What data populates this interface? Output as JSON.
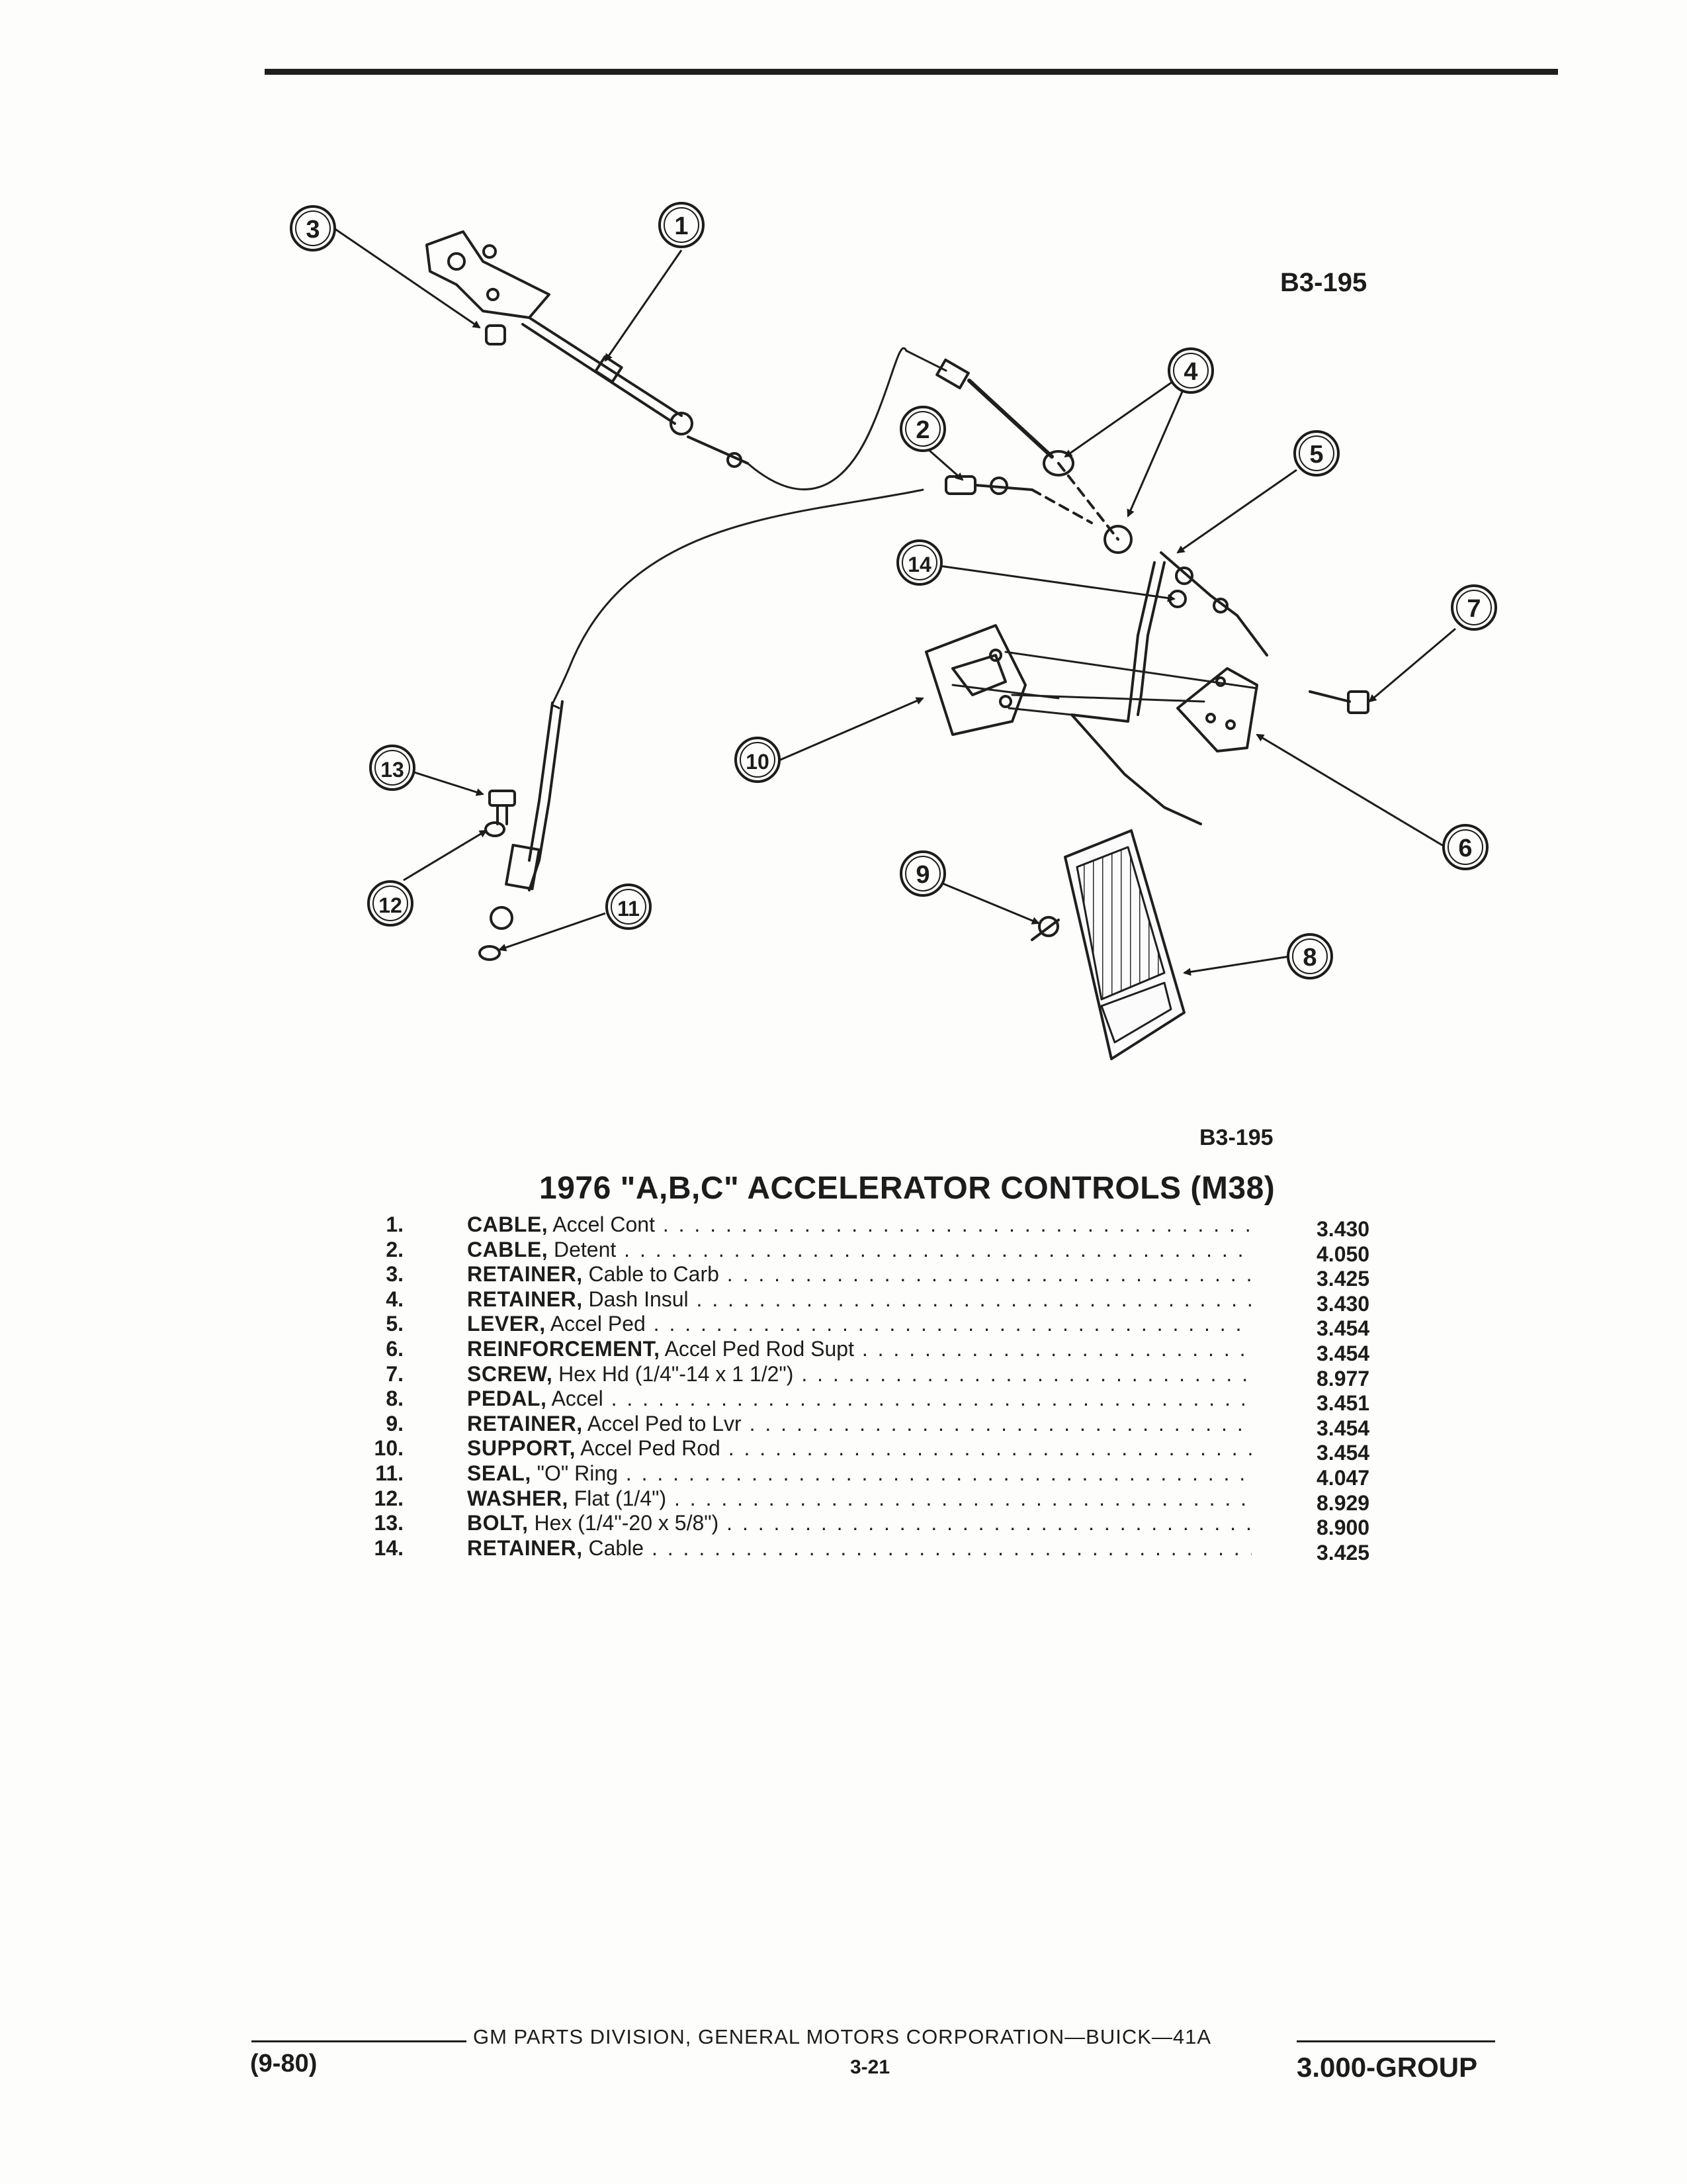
{
  "figure": {
    "ref_top": "B3-195",
    "ref_bottom": "B3-195",
    "callouts": [
      "1",
      "2",
      "3",
      "4",
      "5",
      "6",
      "7",
      "8",
      "9",
      "10",
      "11",
      "12",
      "13",
      "14"
    ]
  },
  "title": "1976 \"A,B,C\" ACCELERATOR CONTROLS (M38)",
  "parts": [
    {
      "no": "1.",
      "name": "CABLE,",
      "desc": "Accel Cont",
      "group": "3.430"
    },
    {
      "no": "2.",
      "name": "CABLE,",
      "desc": "Detent",
      "group": "4.050"
    },
    {
      "no": "3.",
      "name": "RETAINER,",
      "desc": "Cable to Carb",
      "group": "3.425"
    },
    {
      "no": "4.",
      "name": "RETAINER,",
      "desc": "Dash Insul",
      "group": "3.430"
    },
    {
      "no": "5.",
      "name": "LEVER,",
      "desc": "Accel Ped",
      "group": "3.454"
    },
    {
      "no": "6.",
      "name": "REINFORCEMENT,",
      "desc": "Accel Ped Rod Supt",
      "group": "3.454"
    },
    {
      "no": "7.",
      "name": "SCREW,",
      "desc": "Hex Hd (1/4\"-14 x 1 1/2\")",
      "group": "8.977"
    },
    {
      "no": "8.",
      "name": "PEDAL,",
      "desc": "Accel",
      "group": "3.451"
    },
    {
      "no": "9.",
      "name": "RETAINER,",
      "desc": "Accel Ped to Lvr",
      "group": "3.454"
    },
    {
      "no": "10.",
      "name": "SUPPORT,",
      "desc": "Accel Ped Rod",
      "group": "3.454"
    },
    {
      "no": "11.",
      "name": "SEAL,",
      "desc": "\"O\" Ring",
      "group": "4.047"
    },
    {
      "no": "12.",
      "name": "WASHER,",
      "desc": "Flat (1/4\")",
      "group": "8.929"
    },
    {
      "no": "13.",
      "name": "BOLT,",
      "desc": "Hex (1/4\"-20 x 5/8\")",
      "group": "8.900"
    },
    {
      "no": "14.",
      "name": "RETAINER,",
      "desc": "Cable",
      "group": "3.425"
    }
  ],
  "footer": {
    "org": "GM PARTS DIVISION, GENERAL MOTORS CORPORATION—BUICK—41A",
    "date": "(9-80)",
    "page": "3-21",
    "group": "3.000-GROUP"
  }
}
